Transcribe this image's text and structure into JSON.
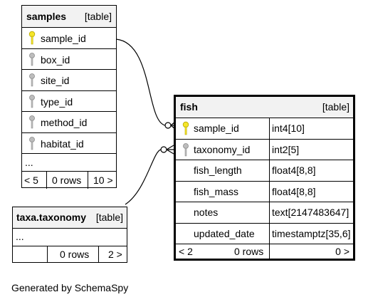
{
  "samples": {
    "name": "samples",
    "tag": "[table]",
    "columns": [
      "sample_id",
      "box_id",
      "site_id",
      "type_id",
      "method_id",
      "habitat_id"
    ],
    "ellipsis": "...",
    "footer": [
      "< 5",
      "0 rows",
      "10 >"
    ]
  },
  "fish": {
    "name": "fish",
    "tag": "[table]",
    "columns": [
      {
        "name": "sample_id",
        "type": "int4[10]"
      },
      {
        "name": "taxonomy_id",
        "type": "int2[5]"
      },
      {
        "name": "fish_length",
        "type": "float4[8,8]"
      },
      {
        "name": "fish_mass",
        "type": "float4[8,8]"
      },
      {
        "name": "notes",
        "type": "text[2147483647]"
      },
      {
        "name": "updated_date",
        "type": "timestamptz[35,6]"
      }
    ],
    "footer": [
      "< 2",
      "0 rows",
      "0 >"
    ]
  },
  "taxonomy": {
    "name": "taxa.taxonomy",
    "tag": "[table]",
    "ellipsis": "...",
    "footer": [
      "",
      "0 rows",
      "2 >"
    ]
  },
  "colors": {
    "primary_key": "#f5e52a",
    "foreign_key": "#9a9a9a",
    "header_bg": "#f2f2f2"
  },
  "generated_by": "Generated by SchemaSpy"
}
